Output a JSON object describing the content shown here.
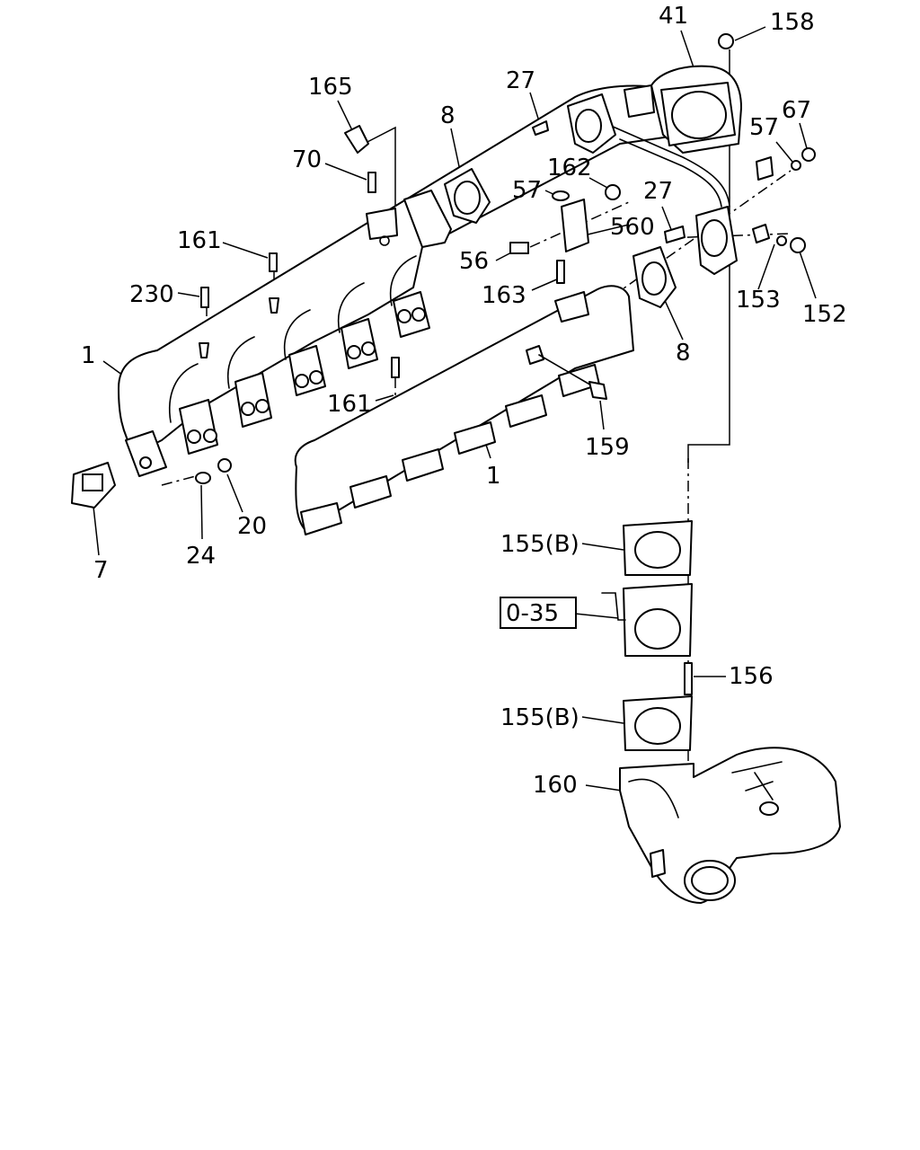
{
  "labels": {
    "p41": "41",
    "p158": "158",
    "p165": "165",
    "p27a": "27",
    "p8a": "8",
    "p57a": "57",
    "p67": "67",
    "p70": "70",
    "p162": "162",
    "p57b": "57",
    "p27b": "27",
    "p560": "560",
    "p161a": "161",
    "p56": "56",
    "p153": "153",
    "p152": "152",
    "p230": "230",
    "p163": "163",
    "p8b": "8",
    "p1a": "1",
    "p161b": "161",
    "p159": "159",
    "p1b": "1",
    "p20": "20",
    "p24": "24",
    "p7": "7",
    "p155a": "155(B)",
    "p035": "0-35",
    "p156": "156",
    "p155b": "155(B)",
    "p160": "160"
  }
}
